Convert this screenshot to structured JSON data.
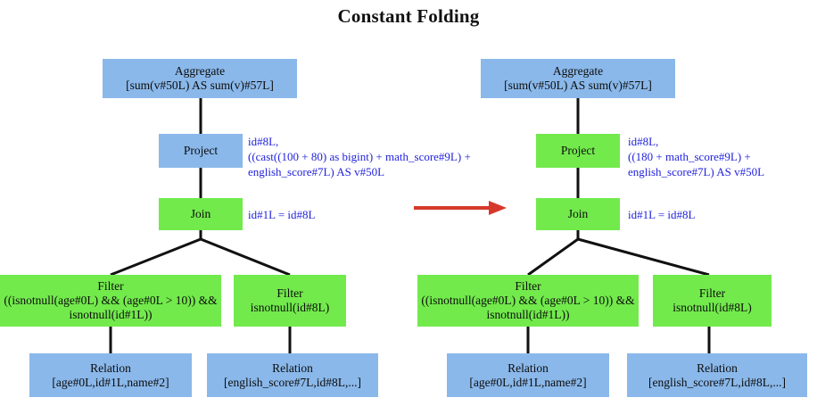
{
  "title": "Constant Folding",
  "colors": {
    "blue_node": "#8ab8ea",
    "green_node": "#72ea4c",
    "annotation_text": "#2222dd",
    "edge": "#111111",
    "arrow": "#d6392b",
    "background": "#ffffff"
  },
  "transform_arrow": {
    "name": "constant-folding-arrow",
    "direction": "right",
    "color": "#d6392b"
  },
  "left_plan": {
    "caption": "before-constant-folding",
    "nodes": {
      "aggregate": {
        "title": "Aggregate",
        "detail": "[sum(v#50L) AS sum(v)#57L]",
        "color": "blue"
      },
      "project": {
        "title": "Project",
        "detail": "",
        "color": "blue"
      },
      "join": {
        "title": "Join",
        "detail": "",
        "color": "green"
      },
      "filter_left": {
        "title": "Filter",
        "detail": "((isnotnull(age#0L) && (age#0L > 10)) && isnotnull(id#1L))",
        "color": "green"
      },
      "filter_right": {
        "title": "Filter",
        "detail": "isnotnull(id#8L)",
        "color": "green"
      },
      "relation_left": {
        "title": "Relation",
        "detail": "[age#0L,id#1L,name#2]",
        "color": "blue"
      },
      "relation_right": {
        "title": "Relation",
        "detail": "[english_score#7L,id#8L,...]",
        "color": "blue"
      }
    },
    "annotations": {
      "project": "id#8L,\n((cast((100 + 80) as bigint) + math_score#9L) +\nenglish_score#7L) AS v#50L",
      "join": "id#1L = id#8L"
    }
  },
  "right_plan": {
    "caption": "after-constant-folding",
    "nodes": {
      "aggregate": {
        "title": "Aggregate",
        "detail": "[sum(v#50L) AS sum(v)#57L]",
        "color": "blue"
      },
      "project": {
        "title": "Project",
        "detail": "",
        "color": "green"
      },
      "join": {
        "title": "Join",
        "detail": "",
        "color": "green"
      },
      "filter_left": {
        "title": "Filter",
        "detail": "((isnotnull(age#0L) && (age#0L > 10)) && isnotnull(id#1L))",
        "color": "green"
      },
      "filter_right": {
        "title": "Filter",
        "detail": "isnotnull(id#8L)",
        "color": "green"
      },
      "relation_left": {
        "title": "Relation",
        "detail": "[age#0L,id#1L,name#2]",
        "color": "blue"
      },
      "relation_right": {
        "title": "Relation",
        "detail": "[english_score#7L,id#8L,...]",
        "color": "blue"
      }
    },
    "annotations": {
      "project": "id#8L,\n((180 + math_score#9L) +\nenglish_score#7L) AS v#50L",
      "join": "id#1L = id#8L"
    }
  }
}
